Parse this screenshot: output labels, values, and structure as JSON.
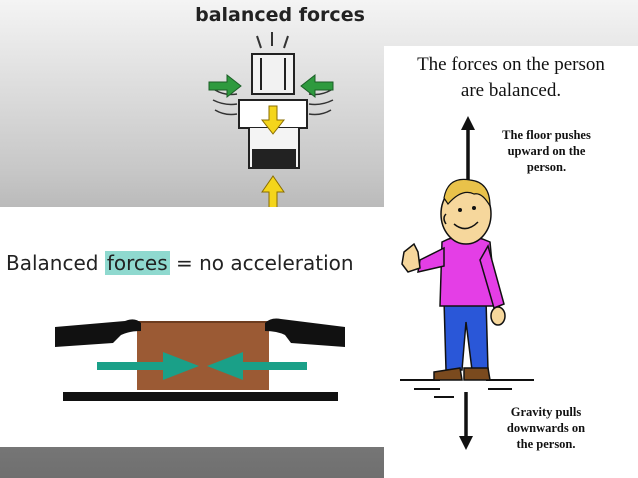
{
  "top_diagram": {
    "title": "balanced forces"
  },
  "box_diagram": {
    "prefix": "Balanced ",
    "highlight": "forces",
    "suffix": " = no acceleration",
    "colors": {
      "box": "#9b5a34",
      "arrows": "#1aa088",
      "highlight": "#8fd9cf"
    }
  },
  "person_diagram": {
    "title_line1": "The forces on the person",
    "title_line2": "are balanced.",
    "floor_note_line1": "The floor pushes",
    "floor_note_line2": "upward on the",
    "floor_note_line3": "person.",
    "gravity_note_line1": "Gravity pulls",
    "gravity_note_line2": "downwards on",
    "gravity_note_line3": "the person.",
    "colors": {
      "shirt": "#e43ee6",
      "pants": "#2a57d8",
      "skin": "#f6d79c",
      "hair": "#e9c24a"
    }
  }
}
